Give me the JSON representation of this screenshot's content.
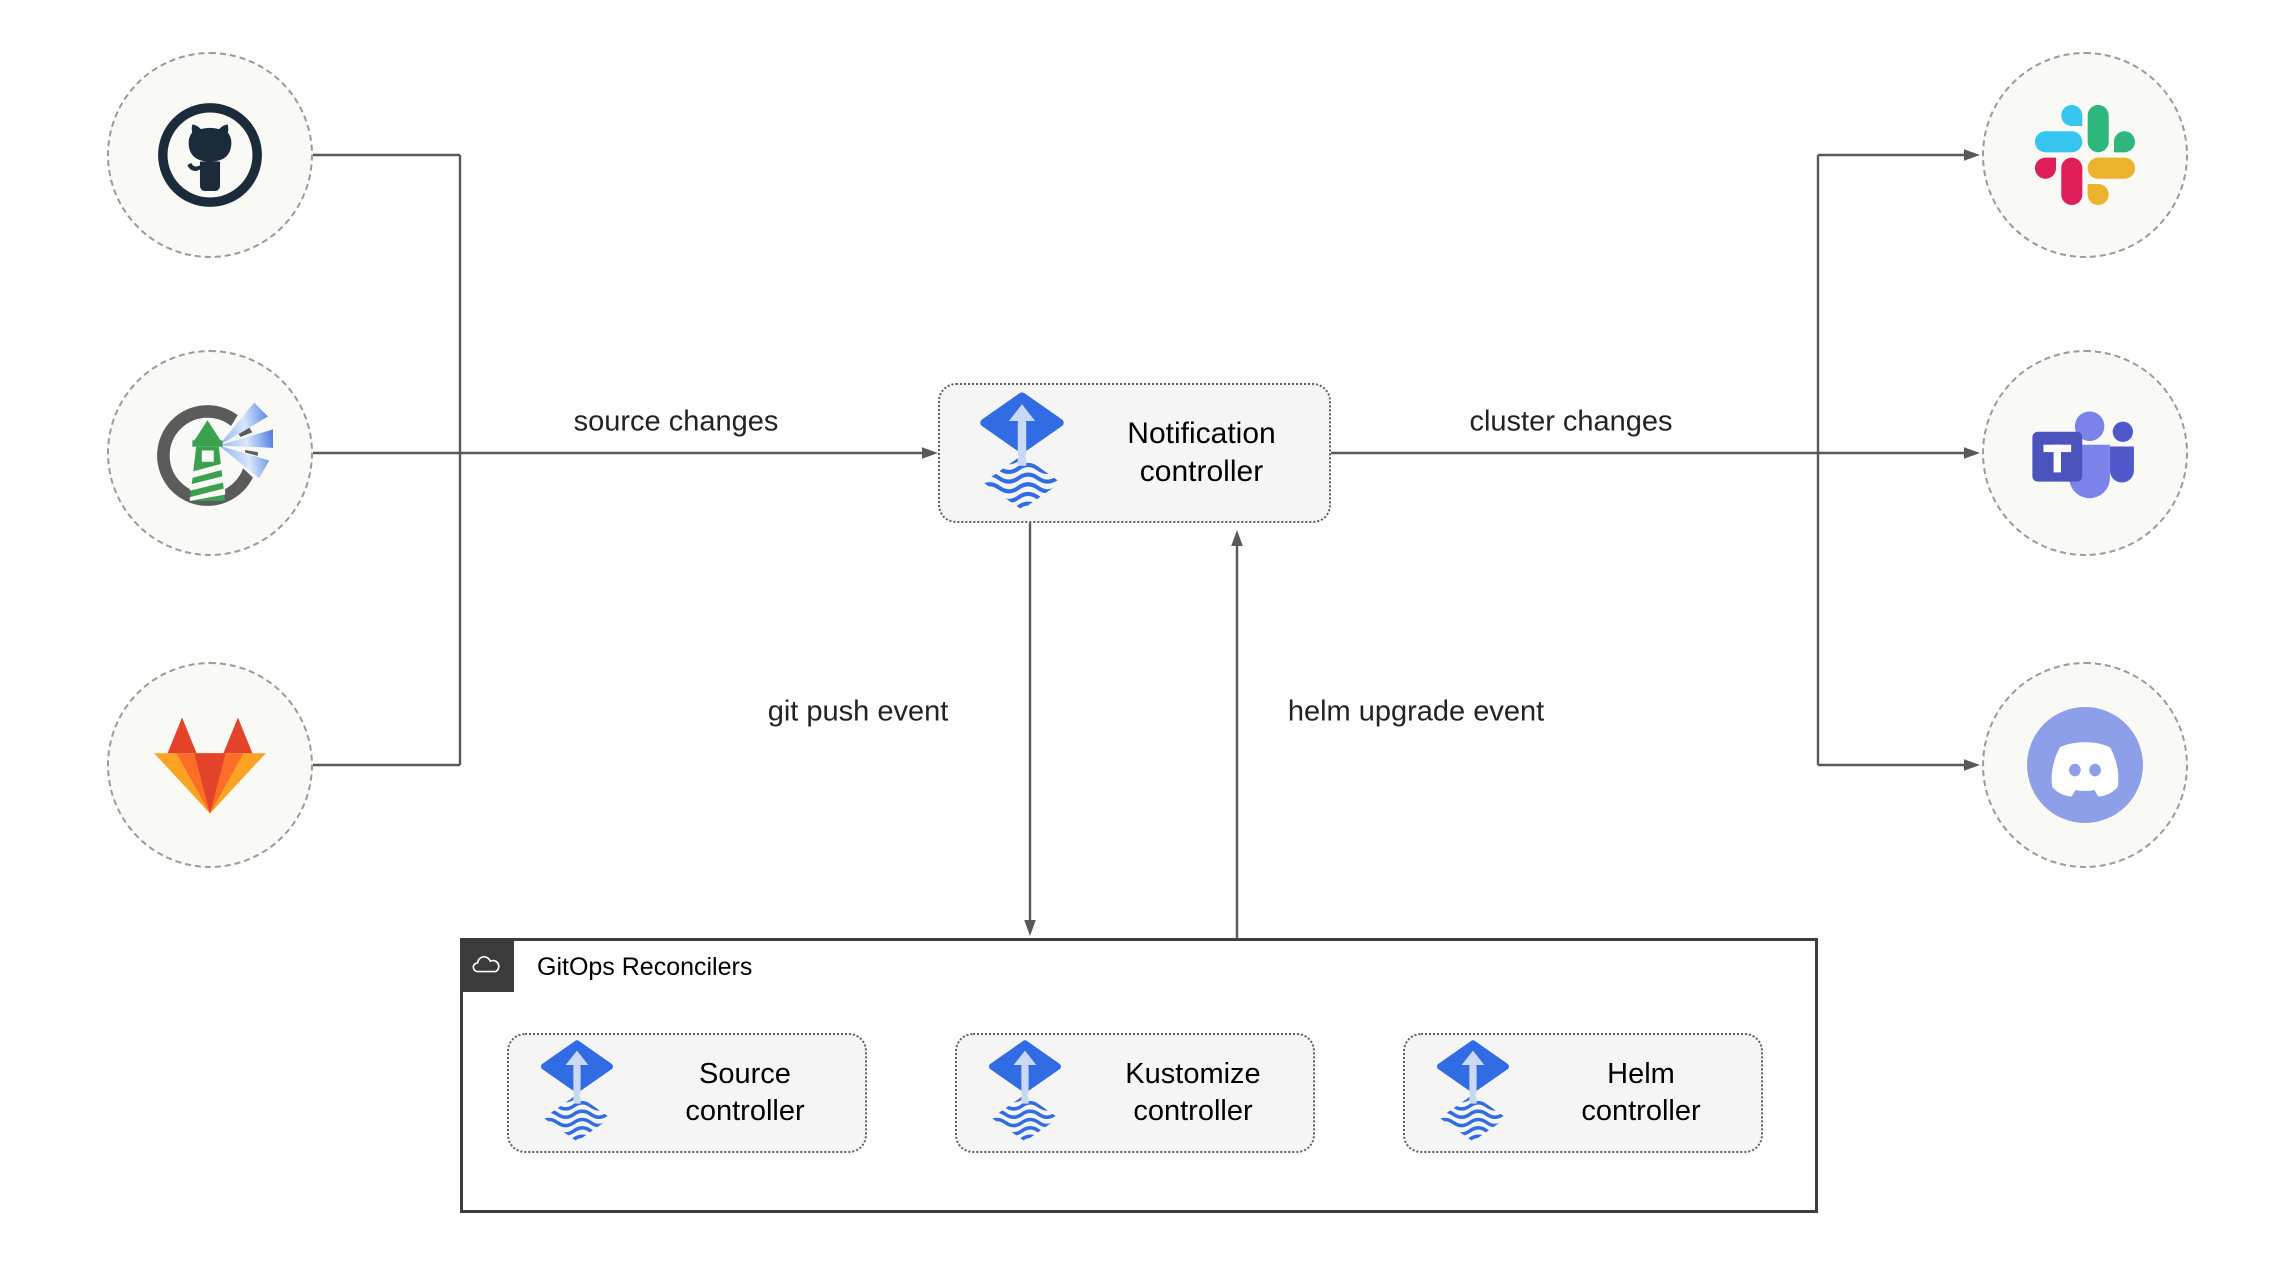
{
  "diagram": {
    "edge_labels": {
      "source_changes": "source changes",
      "cluster_changes": "cluster changes",
      "git_push_event": "git push event",
      "helm_upgrade_event": "helm upgrade event"
    },
    "container": {
      "label": "GitOps Reconcilers",
      "icon": "cloud-icon"
    },
    "nodes": {
      "notification": {
        "line1": "Notification",
        "line2": "controller",
        "icon": "flux-icon"
      },
      "source": {
        "line1": "Source",
        "line2": "controller",
        "icon": "flux-icon"
      },
      "kustomize": {
        "line1": "Kustomize",
        "line2": "controller",
        "icon": "flux-icon"
      },
      "helm": {
        "line1": "Helm",
        "line2": "controller",
        "icon": "flux-icon"
      }
    },
    "sources": [
      {
        "icon": "github-icon"
      },
      {
        "icon": "harbor-icon"
      },
      {
        "icon": "gitlab-icon"
      }
    ],
    "alert_targets": [
      {
        "icon": "slack-icon"
      },
      {
        "icon": "ms-teams-icon"
      },
      {
        "icon": "discord-icon"
      }
    ],
    "colors": {
      "flux_blue": "#316ce4",
      "flux_arrow_light": "#c9d9f6",
      "edge_line": "#595959",
      "node_fill": "#f5f5f5",
      "node_border": "#5f5f5f",
      "circle_fill": "#f9f9f6",
      "circle_border": "#9b9b9b",
      "container_border": "#3d3d3d",
      "badge_bg": "#3b3b3b",
      "github_dark": "#1b2b3a",
      "harbor_green": "#3aa24e",
      "harbor_ring": "#5b5b5b",
      "gitlab_red": "#e24329",
      "gitlab_orange": "#fc6d26",
      "gitlab_amber": "#fca326",
      "slack_blue": "#36c5f0",
      "slack_green": "#2eb67d",
      "slack_yellow": "#ecb22e",
      "slack_red": "#e01e5a",
      "teams_purple": "#4b53bc",
      "teams_light": "#7b83eb",
      "teams_mid": "#5059c9",
      "discord_blurple": "#8c9fe8"
    }
  }
}
